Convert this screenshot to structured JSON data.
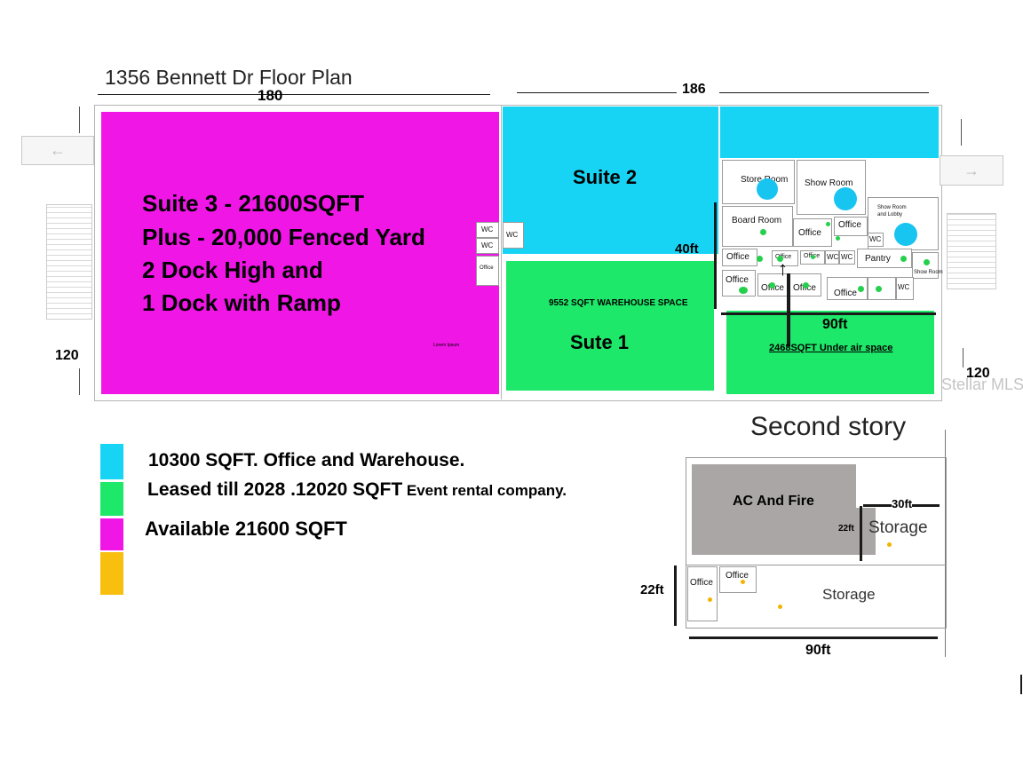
{
  "title": "1356 Bennett Dr Floor Plan",
  "dimensions": {
    "top_left": "180",
    "top_right": "186",
    "left": "120",
    "right": "120",
    "office_depth": "40ft",
    "office_width": "90ft",
    "second_depth": "22ft",
    "second_width": "90ft",
    "storage_width": "30ft",
    "storage_depth": "22ft"
  },
  "suites": {
    "suite3_lines": [
      "Suite 3 - 21600SQFT",
      "Plus - 20,000 Fenced Yard",
      "2 Dock High and",
      "1 Dock with Ramp"
    ],
    "suite3_tiny": "Lorem Ipsum",
    "suite2": "Suite 2",
    "suite1": "Sute 1",
    "suite1_note": "9552 SQFT WAREHOUSE SPACE",
    "under_air": "2468SQFT Under air space"
  },
  "rooms": {
    "store_room": "Store Room",
    "show_room": "Show Room",
    "show_room_lobby_1": "Show Room",
    "show_room_lobby_2": "and Lobby",
    "board_room": "Board Room",
    "office": "Office",
    "office_small": "Office",
    "wc": "WC",
    "pantry": "Pantry",
    "show_room_small": "Show Room"
  },
  "legend": [
    {
      "color": "#18d4f4",
      "text": "10300 SQFT. Office and Warehouse.",
      "small": ""
    },
    {
      "color": "#1ee86a",
      "text": "Leased till 2028 .12020 SQFT",
      "small": " Event rental company."
    },
    {
      "color": "#f016e6",
      "text": "Available  21600 SQFT",
      "small": ""
    },
    {
      "color": "#f8bf0e",
      "text": "",
      "small": ""
    }
  ],
  "second_story": {
    "title": "Second story",
    "ac_fire": "AC And Fire",
    "storage_upper": "Storage",
    "storage_lower": "Storage",
    "office1": "Office",
    "office2": "Office"
  },
  "watermark": "Stellar MLS",
  "colors": {
    "magenta": "#f016e6",
    "cyan": "#18d4f4",
    "green": "#1ee86a",
    "orange": "#f8bf0e",
    "gray": "#aba6a6"
  }
}
